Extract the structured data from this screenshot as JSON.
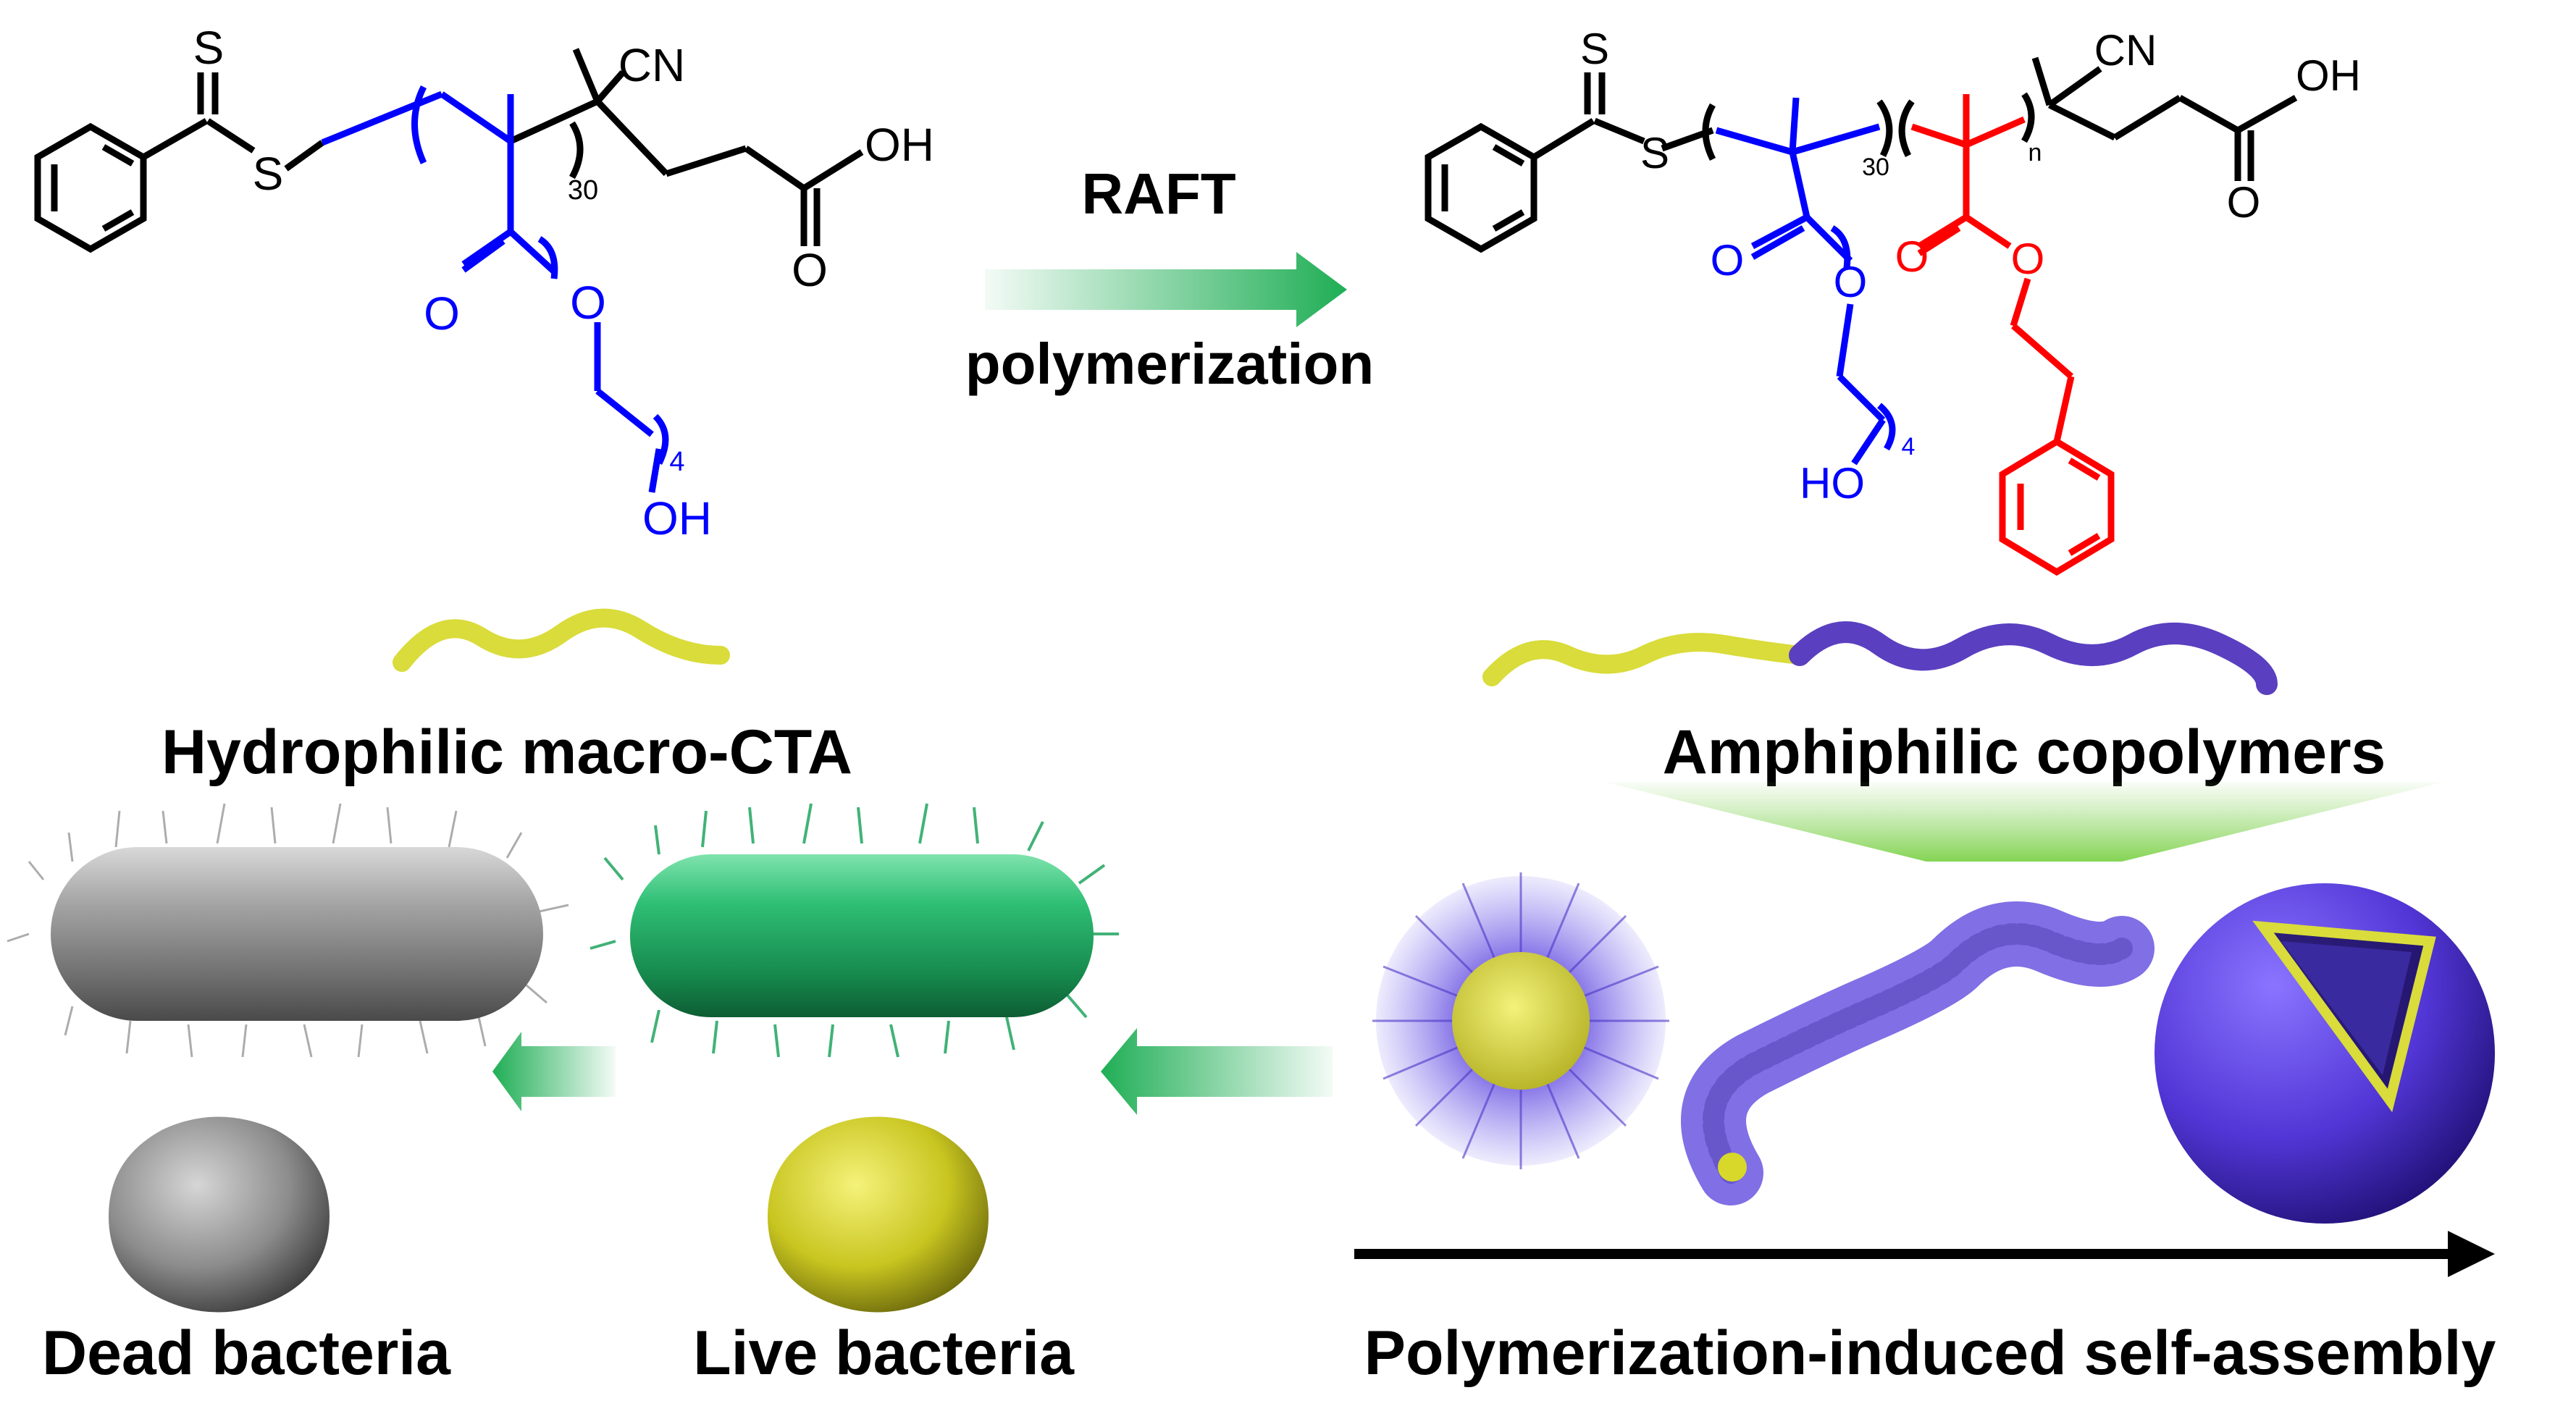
{
  "reaction": {
    "step_label_top": "RAFT",
    "step_label_bottom": "polymerization"
  },
  "macro_cta": {
    "atoms": {
      "sulfur_thione": "S",
      "sulfur_thio": "S",
      "nitrile": "CN",
      "hydroxyl_acid": "OH",
      "carbonyl_acid_o": "O",
      "ester_carbonyl_o": "O",
      "ester_o": "O",
      "peg_oh": "OH"
    },
    "subscripts": {
      "repeat_main": "30",
      "repeat_peg": "4"
    },
    "label": "Hydrophilic macro-CTA"
  },
  "copolymer": {
    "atoms": {
      "sulfur_thione": "S",
      "sulfur_thio": "S",
      "nitrile": "CN",
      "hydroxyl_acid": "OH",
      "carbonyl_acid_o": "O",
      "ester1_carbonyl_o": "O",
      "ester1_o": "O",
      "peg_oh": "HO",
      "ester2_carbonyl_o": "O",
      "ester2_o": "O"
    },
    "subscripts": {
      "repeat_block1": "30",
      "repeat_block2": "n",
      "repeat_peg": "4"
    },
    "label": "Amphiphilic copolymers"
  },
  "assembly": {
    "label": "Polymerization-induced self-assembly",
    "morphologies": [
      "spherical micelle",
      "worm",
      "vesicle"
    ]
  },
  "bacteria": {
    "live_label": "Live bacteria",
    "dead_label": "Dead bacteria"
  },
  "colors": {
    "hydrophilic_block": "#0000ff",
    "hydrophobic_block": "#ff0000",
    "macro_cta_chain": "#d9dc3a",
    "core_block_chain": "#5a3fc0",
    "arrow_green": "#1fae55",
    "live_bacteria": "#20a560",
    "dead_bacteria": "#8a8a8a",
    "cocci_live": "#d8d82a",
    "vesicle": "#5a3fd0"
  }
}
